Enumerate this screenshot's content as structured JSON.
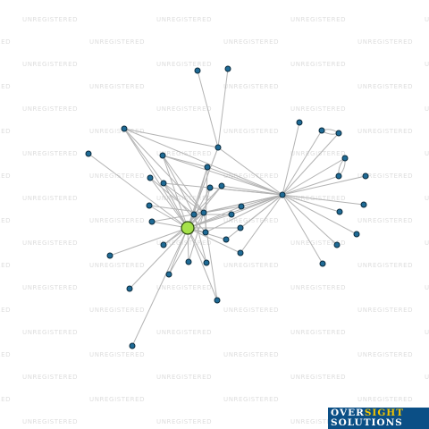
{
  "watermark": {
    "text": "UNREGISTERED"
  },
  "logo": {
    "line1_a": "OVER",
    "line1_b": "SIGHT",
    "line2": "SOLUTIONS"
  },
  "colors": {
    "node": "#1f6b96",
    "main_node": "#a6e24a",
    "edge": "#b3b3b3",
    "logo_bg": "#0b4f86",
    "logo_accent": "#f2c400"
  }
}
